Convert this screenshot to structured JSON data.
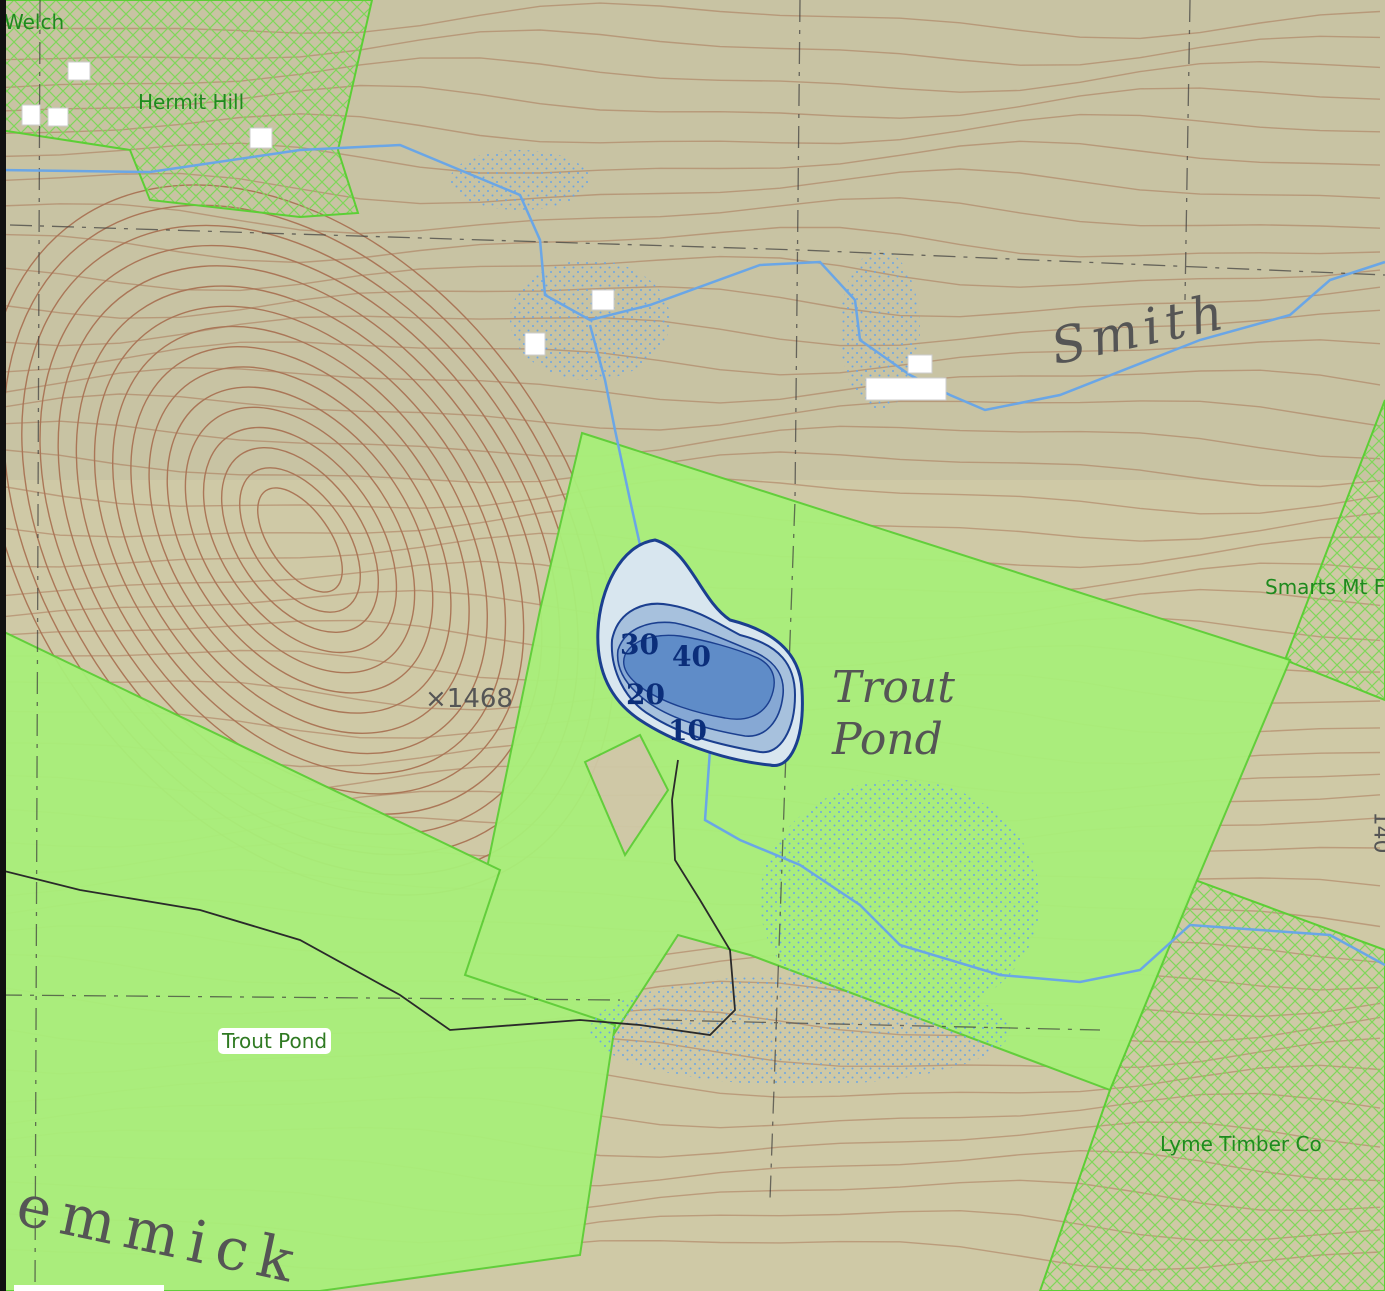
{
  "map": {
    "labels": {
      "welch": "Welch",
      "hermit_hill": "Hermit Hill",
      "smarts_mt": "Smarts Mt F",
      "lyme_timber": "Lyme Timber Co",
      "trout_pond_road": "Trout Pond"
    },
    "topo_text": {
      "smith": "Smith",
      "trout": "Trout",
      "pond": "Pond",
      "lemmick": "emmick",
      "elevation": "×1468",
      "side_elev": "140"
    },
    "depth_labels": [
      "10",
      "20",
      "30",
      "40"
    ],
    "colors": {
      "terrain": "#cfc9a6",
      "conservation_land": "#a8f07a",
      "contour": "#a4684a",
      "water": "#6aa6e6",
      "pond_shallow": "#d8e6ef",
      "pond_deep": "#5f8cc8",
      "pond_edge": "#1b3f8f"
    }
  }
}
